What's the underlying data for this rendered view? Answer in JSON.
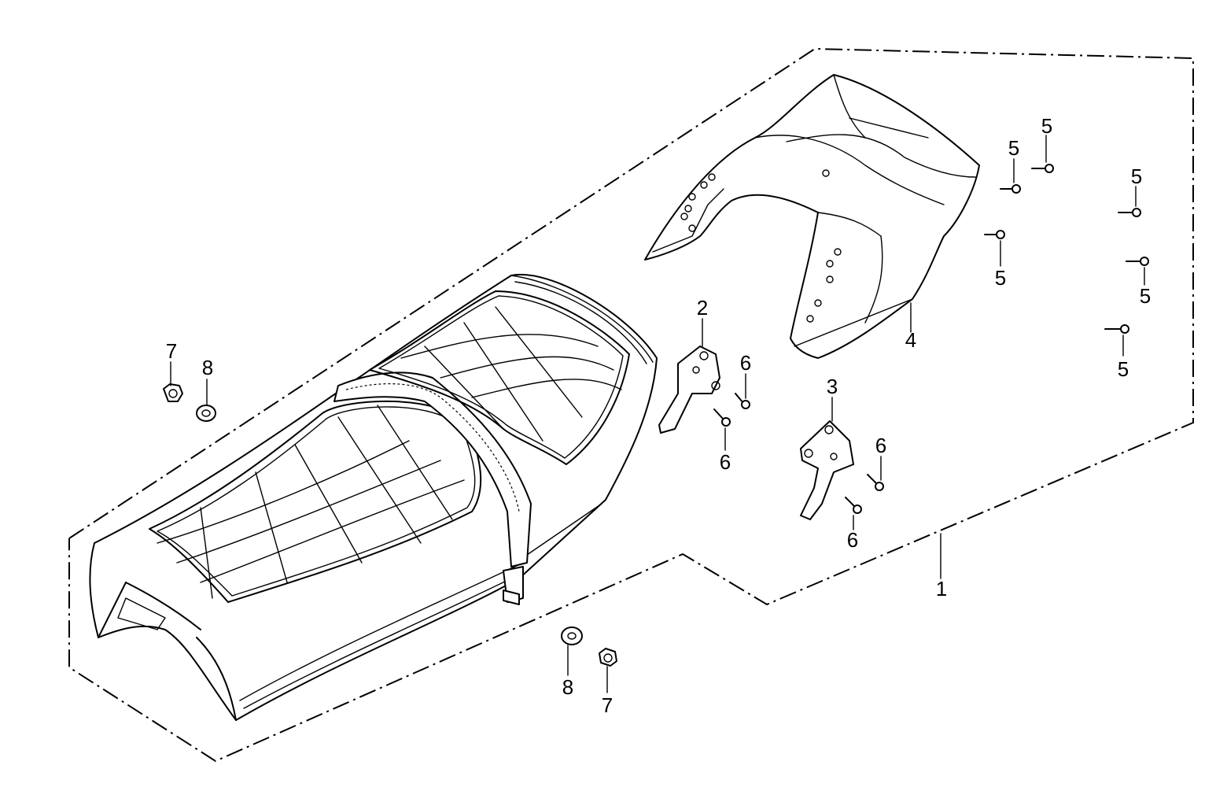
{
  "callouts": [
    {
      "id": "c1",
      "label": "1"
    },
    {
      "id": "c2",
      "label": "2"
    },
    {
      "id": "c3",
      "label": "3"
    },
    {
      "id": "c4",
      "label": "4"
    },
    {
      "id": "c5a",
      "label": "5"
    },
    {
      "id": "c5b",
      "label": "5"
    },
    {
      "id": "c5c",
      "label": "5"
    },
    {
      "id": "c5d",
      "label": "5"
    },
    {
      "id": "c5e",
      "label": "5"
    },
    {
      "id": "c5f",
      "label": "5"
    },
    {
      "id": "c6a",
      "label": "6"
    },
    {
      "id": "c6b",
      "label": "6"
    },
    {
      "id": "c6c",
      "label": "6"
    },
    {
      "id": "c6d",
      "label": "6"
    },
    {
      "id": "c7a",
      "label": "7"
    },
    {
      "id": "c7b",
      "label": "7"
    },
    {
      "id": "c8a",
      "label": "8"
    },
    {
      "id": "c8b",
      "label": "8"
    }
  ]
}
